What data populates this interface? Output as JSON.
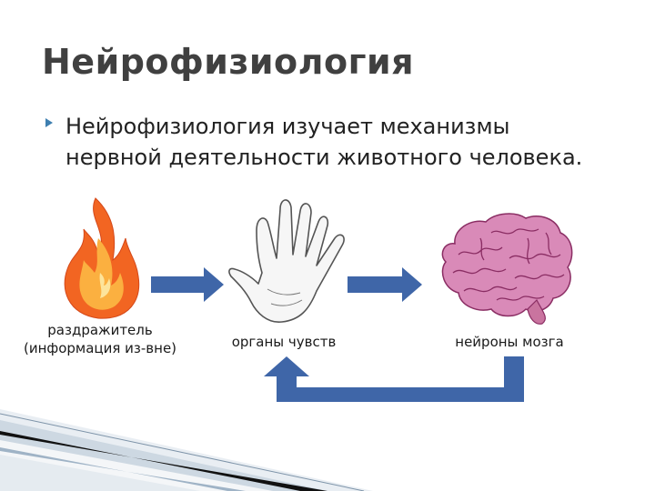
{
  "slide": {
    "title": "Нейрофизиология",
    "bullet": "Нейрофизиология изучает механизмы нервной деятельности животного человека."
  },
  "diagram": {
    "nodes": [
      {
        "id": "stimulus",
        "icon": "fire-icon",
        "label_line1": "раздражитель",
        "label_line2": "(информация из-вне)"
      },
      {
        "id": "organs",
        "icon": "hand-icon",
        "label": "органы чувств"
      },
      {
        "id": "neurons",
        "icon": "brain-icon",
        "label": "нейроны мозга"
      }
    ],
    "arrows": [
      {
        "from": "stimulus",
        "to": "organs"
      },
      {
        "from": "organs",
        "to": "neurons"
      },
      {
        "from": "neurons",
        "to": "organs"
      }
    ],
    "colors": {
      "arrow": "#3f66a8",
      "bullet": "#3e7fb0",
      "title": "#404040",
      "brain": "#d98ab8",
      "flame_outer": "#f26522",
      "flame_inner": "#fbb040"
    }
  }
}
